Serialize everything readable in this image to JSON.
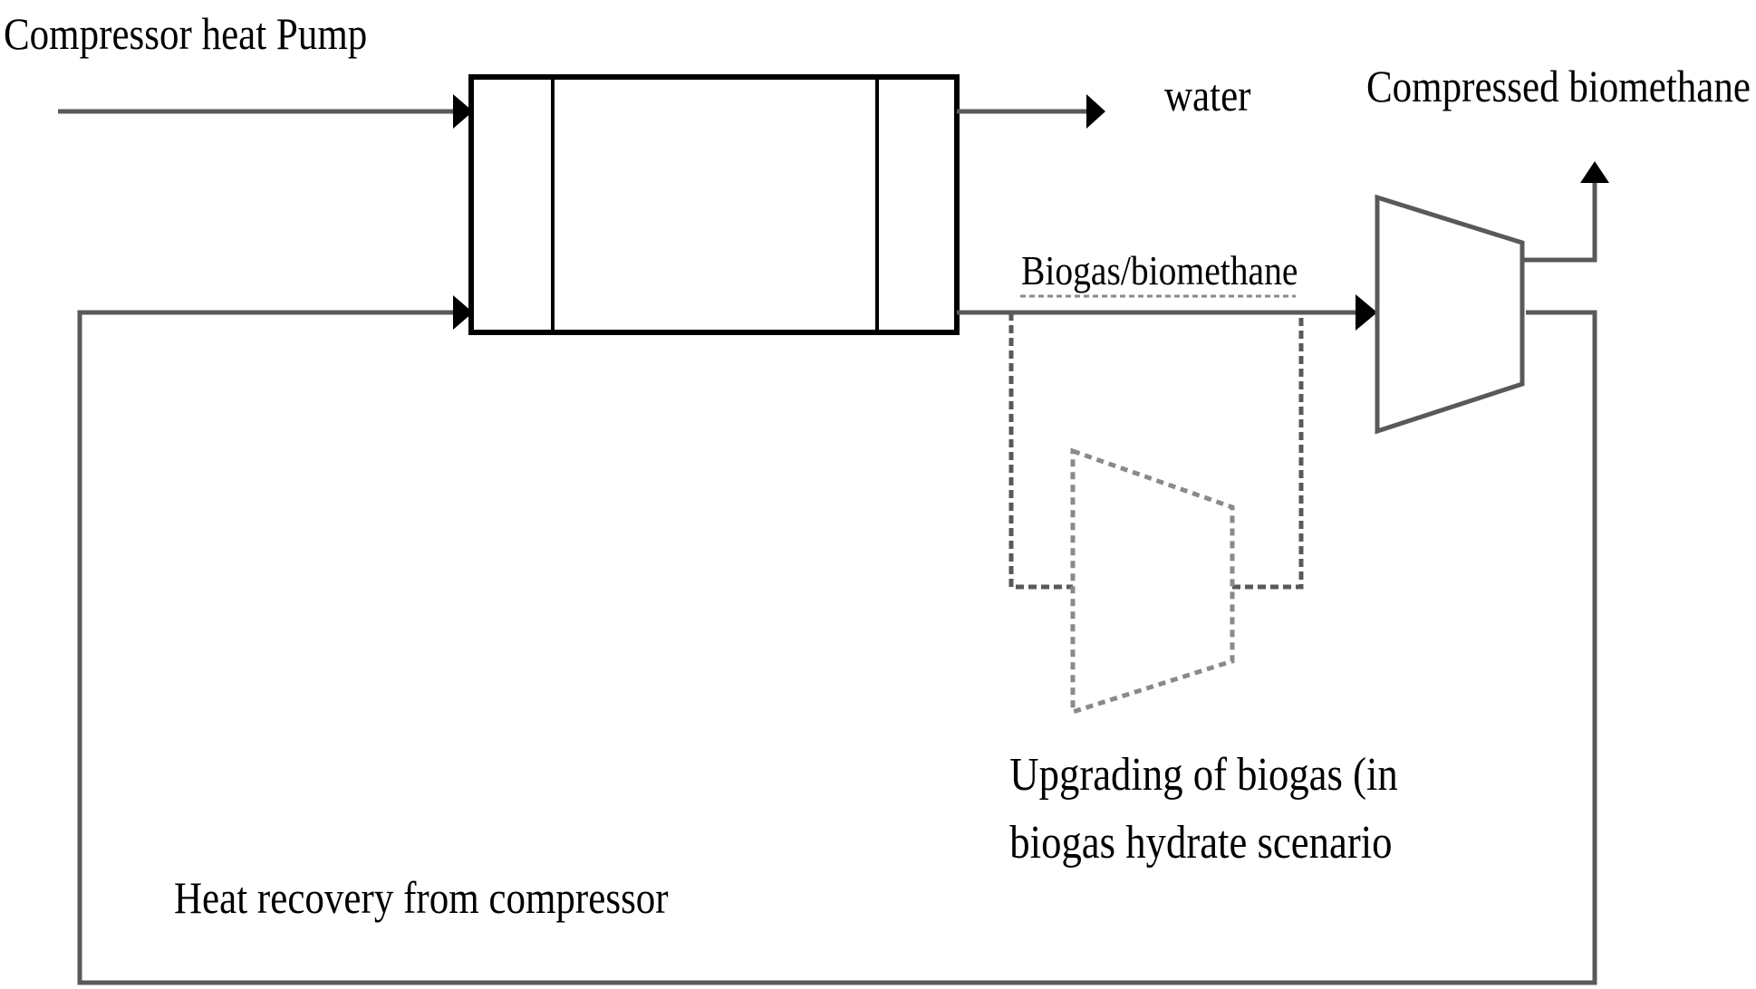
{
  "labels": {
    "compressor_heat_pump": "Compressor heat Pump",
    "water": "water",
    "compressed_biomethane": "Compressed biomethane",
    "biogas_biomethane": "Biogas/biomethane",
    "upgrading_line1": "Upgrading of biogas (in",
    "upgrading_line2": "biogas hydrate scenario",
    "heat_recovery": "Heat recovery from compressor"
  },
  "colors": {
    "line": "#595959",
    "dashed": "#8a8a8a",
    "text": "#000000",
    "background": "#ffffff"
  }
}
